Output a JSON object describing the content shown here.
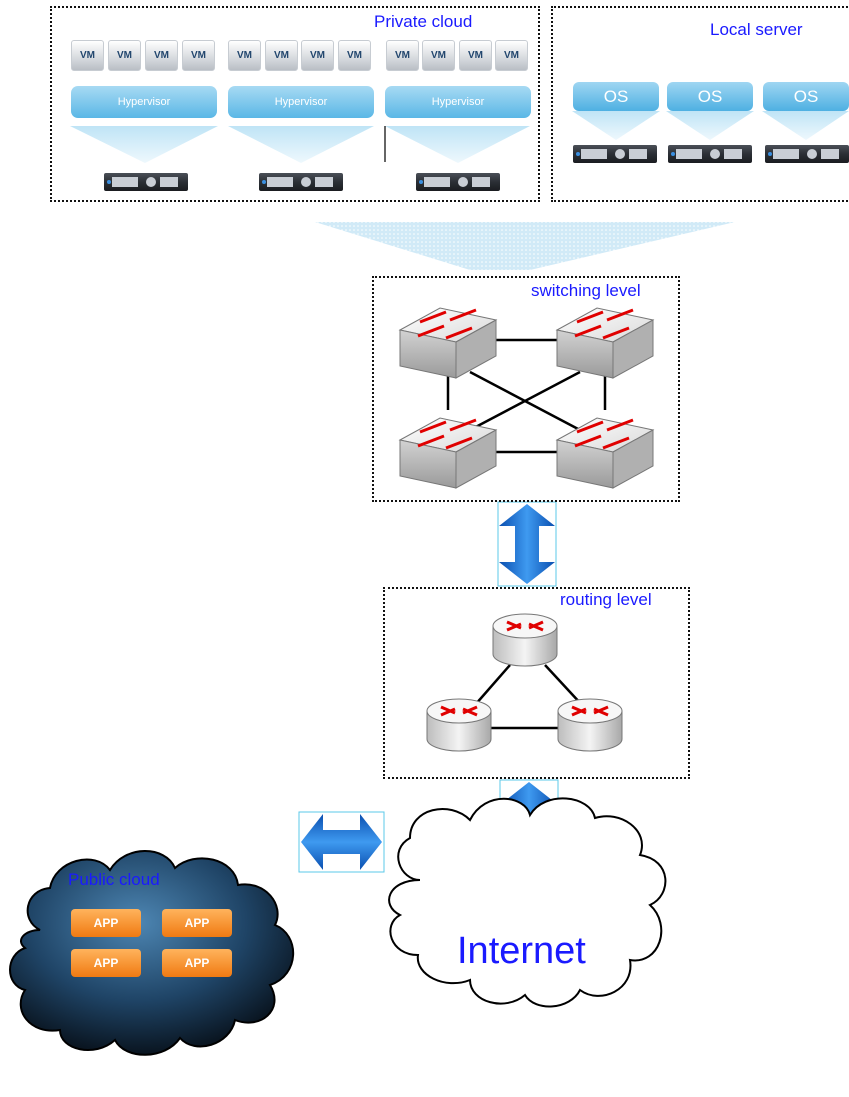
{
  "private_cloud": {
    "title": "Private cloud",
    "groups": [
      {
        "vms": [
          "VM",
          "VM",
          "VM",
          "VM"
        ],
        "hypervisor": "Hypervisor"
      },
      {
        "vms": [
          "VM",
          "VM",
          "VM",
          "VM"
        ],
        "hypervisor": "Hypervisor"
      },
      {
        "vms": [
          "VM",
          "VM",
          "VM",
          "VM"
        ],
        "hypervisor": "Hypervisor"
      }
    ]
  },
  "local_server": {
    "title": "Local server",
    "os_items": [
      "OS",
      "OS",
      "OS"
    ]
  },
  "switching": {
    "title": "switching level"
  },
  "routing": {
    "title": "routing level"
  },
  "public_cloud": {
    "title": "Public cloud",
    "apps": [
      "APP",
      "APP",
      "APP",
      "APP"
    ]
  },
  "internet": {
    "label": "Internet"
  },
  "colors": {
    "label_blue": "#1a1aff",
    "arrow_blue": "#1f7ae0",
    "app_orange": "#f07a12",
    "hypervisor_blue": "#5ab7e6",
    "switch_red": "#e00000"
  }
}
